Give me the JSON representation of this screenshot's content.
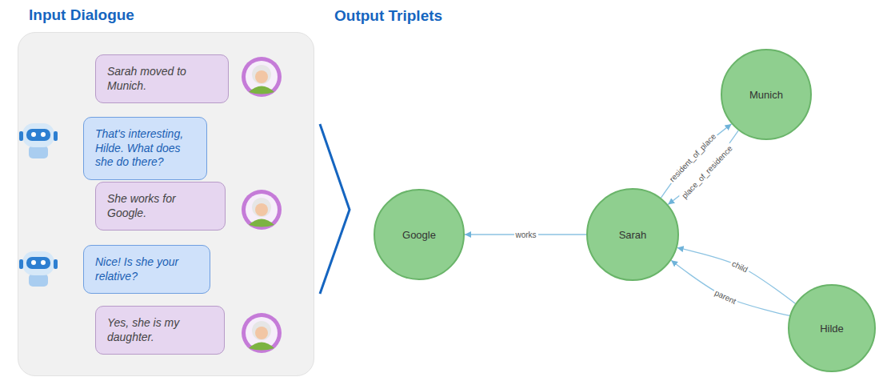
{
  "diagram": {
    "nodes": [
      {
        "text": [
          "Input Dialogue"
        ]
      },
      {
        "text": [
          "Sarah moved to Munich."
        ],
        "in": 0
      },
      {
        "text": [
          "That's interesting, Hilde. What does she do there?"
        ],
        "in": 0
      },
      {
        "text": [
          "She works for Google."
        ],
        "in": 0
      },
      {
        "text": [
          "Nice! Is she your relative?"
        ],
        "in": 0
      },
      {
        "text": [
          "Yes, she is my daughter."
        ],
        "in": 0
      },
      {
        "text": [
          "Munich"
        ]
      },
      {
        "text": [
          "Google"
        ]
      },
      {
        "text": [
          "Sarah"
        ]
      },
      {
        "text": [
          "Hilde"
        ]
      }
    ],
    "edges": [
      {
        "from": 8,
        "to": 7,
        "label": "works",
        "arrow": "to"
      },
      {
        "from": 8,
        "to": 6,
        "label": "resident_of_place",
        "arrow": "to"
      },
      {
        "from": 6,
        "to": 8,
        "label": "place_of_residence",
        "arrow": "to"
      },
      {
        "from": 9,
        "to": 8,
        "label": "child",
        "arrow": "to"
      },
      {
        "from": 9,
        "to": 8,
        "label": "parent",
        "arrow": "to"
      }
    ],
    "labels": [
      "Output Triplets"
    ]
  }
}
